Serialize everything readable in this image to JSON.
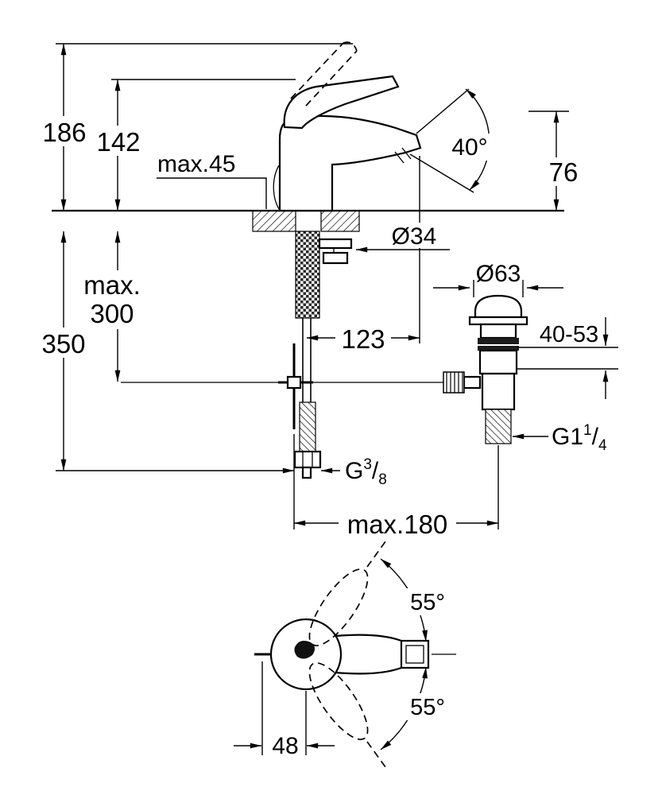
{
  "colors": {
    "ink": "#000000",
    "paper": "#ffffff"
  },
  "labels": {
    "height_186": "186",
    "height_142": "142",
    "max_deck": "max.45",
    "spout_angle": "40°",
    "outlet_height": "76",
    "hole_dia": "Ø34",
    "max_depth_line1": "max.",
    "max_depth_line2": "300",
    "height_350": "350",
    "spout_reach": "123",
    "waste_dia": "Ø63",
    "waste_clamp_range": "40-53",
    "waste_thread_base": "G1",
    "waste_thread_sup": "1",
    "waste_thread_slash": "/",
    "waste_thread_sub": "4",
    "supply_thread_base": "G",
    "supply_thread_sup": "3",
    "supply_thread_slash": "/",
    "supply_thread_sub": "8",
    "max_spacing": "max.180",
    "swivel_top": "55°",
    "swivel_bottom": "55°",
    "rod_offset": "48"
  }
}
